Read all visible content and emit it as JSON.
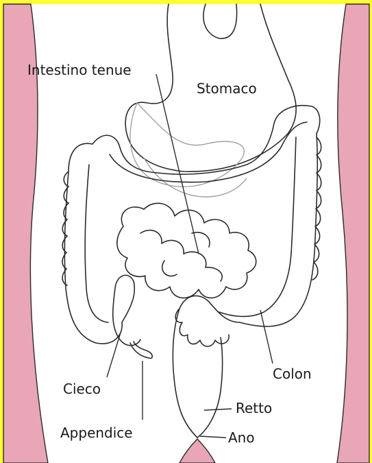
{
  "colors": {
    "frame": "#ffff33",
    "body_skin": "#e8a6b6",
    "outline": "#2a2a2a",
    "background": "#ffffff"
  },
  "labels": {
    "small_intestine": "Intestino tenue",
    "stomach": "Stomaco",
    "colon": "Colon",
    "cecum": "Cieco",
    "rectum": "Retto",
    "appendix": "Appendice",
    "anus": "Ano"
  }
}
